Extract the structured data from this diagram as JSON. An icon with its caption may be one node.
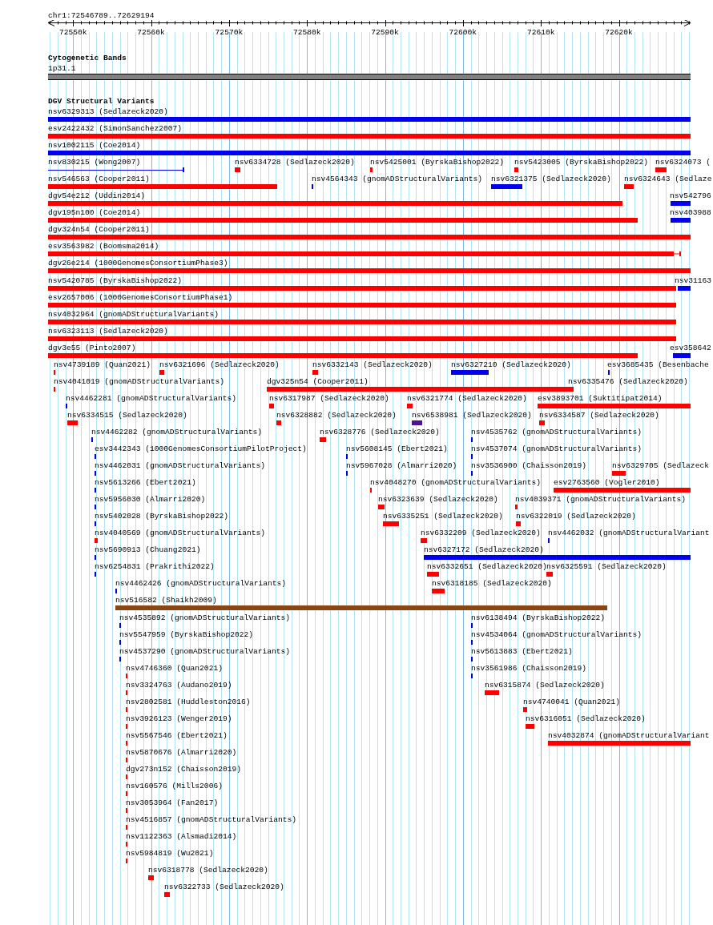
{
  "diagram": {
    "nodes": [
      {
        "text": [
          "1p31.1"
        ]
      },
      {
        "text": [
          "nsv6329313 (Sedlazeck2020)"
        ]
      },
      {
        "text": [
          "esv2422432 (SimonSanchez2007)"
        ]
      },
      {
        "text": [
          "nsv1002115 (Coe2014)"
        ]
      },
      {
        "text": [
          "nsv830215 (Wong2007)"
        ]
      },
      {
        "text": [
          "nsv6334728 (Sedlazeck2020)"
        ]
      },
      {
        "text": [
          "nsv5425001 (ByrskaBishop2022)"
        ]
      },
      {
        "text": [
          "nsv5423005 (ByrskaBishop2022)"
        ]
      },
      {
        "text": [
          "nsv6324073 ("
        ]
      },
      {
        "text": [
          "nsv546563 (Cooper2011)"
        ]
      },
      {
        "text": [
          "nsv4564343 (gnomADStructuralVariants)"
        ]
      },
      {
        "text": [
          "nsv6321375 (Sedlazeck2020)"
        ]
      },
      {
        "text": [
          "nsv6324643 (Sedlaze"
        ]
      },
      {
        "text": [
          "dgv54e212 (Uddin2014)"
        ]
      },
      {
        "text": [
          "nsv542796"
        ]
      },
      {
        "text": [
          "dgv195n100 (Coe2014)"
        ]
      },
      {
        "text": [
          "nsv403988"
        ]
      },
      {
        "text": [
          "dgv324n54 (Cooper2011)"
        ]
      },
      {
        "text": [
          "esv3563982 (Boomsma2014)"
        ]
      },
      {
        "text": [
          "dgv26e214 (1000GenomesConsortiumPhase3)"
        ]
      },
      {
        "text": [
          "nsv5420785 (ByrskaBishop2022)"
        ]
      },
      {
        "text": [
          "nsv31163"
        ]
      },
      {
        "text": [
          "esv2657006 (1000GenomesConsortiumPhase1)"
        ]
      },
      {
        "text": [
          "nsv4032964 (gnomADStructuralVariants)"
        ]
      },
      {
        "text": [
          "nsv6323113 (Sedlazeck2020)"
        ]
      },
      {
        "text": [
          "dgv3e55 (Pinto2007)"
        ]
      },
      {
        "text": [
          "esv358642"
        ]
      },
      {
        "text": [
          "nsv4739189 (Quan2021)"
        ]
      },
      {
        "text": [
          "nsv6321696 (Sedlazeck2020)"
        ]
      },
      {
        "text": [
          "nsv6332143 (Sedlazeck2020)"
        ]
      },
      {
        "text": [
          "nsv6327210 (Sedlazeck2020)"
        ]
      },
      {
        "text": [
          "esv3685435 (Besenbache"
        ]
      },
      {
        "text": [
          "nsv4041019 (gnomADStructuralVariants)"
        ]
      },
      {
        "text": [
          "dgv325n54 (Cooper2011)"
        ]
      },
      {
        "text": [
          "nsv6335476 (Sedlazeck2020)"
        ]
      },
      {
        "text": [
          "nsv4462281 (gnomADStructuralVariants)"
        ]
      },
      {
        "text": [
          "nsv6317987 (Sedlazeck2020)"
        ]
      },
      {
        "text": [
          "nsv6321774 (Sedlazeck2020)"
        ]
      },
      {
        "text": [
          "esv3893701 (Suktitipat2014)"
        ]
      },
      {
        "text": [
          "nsv6334515 (Sedlazeck2020)"
        ]
      },
      {
        "text": [
          "nsv6328882 (Sedlazeck2020)"
        ]
      },
      {
        "text": [
          "nsv6538981 (Sedlazeck2020)"
        ]
      },
      {
        "text": [
          "nsv6334587 (Sedlazeck2020)"
        ]
      },
      {
        "text": [
          "nsv4462282 (gnomADStructuralVariants)"
        ]
      },
      {
        "text": [
          "nsv6328776 (Sedlazeck2020)"
        ]
      },
      {
        "text": [
          "nsv4535762 (gnomADStructuralVariants)"
        ]
      },
      {
        "text": [
          "esv3442343 (1000GenomesConsortiumPilotProject)"
        ]
      },
      {
        "text": [
          "nsv5608145 (Ebert2021)"
        ]
      },
      {
        "text": [
          "nsv4537074 (gnomADStructuralVariants)"
        ]
      },
      {
        "text": [
          "nsv4462031 (gnomADStructuralVariants)"
        ]
      },
      {
        "text": [
          "nsv5967028 (Almarri2020)"
        ]
      },
      {
        "text": [
          "nsv3536900 (Chaisson2019)"
        ]
      },
      {
        "text": [
          "nsv6329705 (Sedlazeck"
        ]
      },
      {
        "text": [
          "nsv5613266 (Ebert2021)"
        ]
      },
      {
        "text": [
          "nsv4048270 (gnomADStructuralVariants)"
        ]
      },
      {
        "text": [
          "esv2763560 (Vogler2010)"
        ]
      },
      {
        "text": [
          "nsv5956030 (Almarri2020)"
        ]
      },
      {
        "text": [
          "nsv6323639 (Sedlazeck2020)"
        ]
      },
      {
        "text": [
          "nsv4039371 (gnomADStructuralVariants)"
        ]
      },
      {
        "text": [
          "nsv5402028 (ByrskaBishop2022)"
        ]
      },
      {
        "text": [
          "nsv6335251 (Sedlazeck2020)"
        ]
      },
      {
        "text": [
          "nsv6322019 (Sedlazeck2020)"
        ]
      },
      {
        "text": [
          "nsv4040569 (gnomADStructuralVariants)"
        ]
      },
      {
        "text": [
          "nsv6332209 (Sedlazeck2020)"
        ]
      },
      {
        "text": [
          "nsv4462032 (gnomADStructuralVariant"
        ]
      },
      {
        "text": [
          "nsv5690913 (Chuang2021)"
        ]
      },
      {
        "text": [
          "nsv6327172 (Sedlazeck2020)"
        ]
      },
      {
        "text": [
          "nsv6254831 (Prakrithi2022)"
        ]
      },
      {
        "text": [
          "nsv6332651 (Sedlazeck2020)"
        ]
      },
      {
        "text": [
          "nsv6325591 (Sedlazeck2020)"
        ]
      },
      {
        "text": [
          "nsv4462426 (gnomADStructuralVariants)"
        ]
      },
      {
        "text": [
          "nsv6318185 (Sedlazeck2020)"
        ]
      },
      {
        "text": [
          "nsv516582 (Shaikh2009)"
        ]
      },
      {
        "text": [
          "nsv4535892 (gnomADStructuralVariants)"
        ]
      },
      {
        "text": [
          "nsv6138494 (ByrskaBishop2022)"
        ]
      },
      {
        "text": [
          "nsv5547959 (ByrskaBishop2022)"
        ]
      },
      {
        "text": [
          "nsv4534064 (gnomADStructuralVariants)"
        ]
      },
      {
        "text": [
          "nsv4537290 (gnomADStructuralVariants)"
        ]
      },
      {
        "text": [
          "nsv5613883 (Ebert2021)"
        ]
      },
      {
        "text": [
          "nsv4746360 (Quan2021)"
        ]
      },
      {
        "text": [
          "nsv3561986 (Chaisson2019)"
        ]
      },
      {
        "text": [
          "nsv3324763 (Audano2019)"
        ]
      },
      {
        "text": [
          "nsv6315874 (Sedlazeck2020)"
        ]
      },
      {
        "text": [
          "nsv2802581 (Huddleston2016)"
        ]
      },
      {
        "text": [
          "nsv4740041 (Quan2021)"
        ]
      },
      {
        "text": [
          "nsv3926123 (Wenger2019)"
        ]
      },
      {
        "text": [
          "nsv6316051 (Sedlazeck2020)"
        ]
      },
      {
        "text": [
          "nsv5567546 (Ebert2021)"
        ]
      },
      {
        "text": [
          "nsv4032874 (gnomADStructuralVariant"
        ]
      },
      {
        "text": [
          "nsv5870676 (Almarri2020)"
        ]
      },
      {
        "text": [
          "dgv273n152 (Chaisson2019)"
        ]
      },
      {
        "text": [
          "nsv160576 (Mills2006)"
        ]
      },
      {
        "text": [
          "nsv3053964 (Fan2017)"
        ]
      },
      {
        "text": [
          "nsv4516857 (gnomADStructuralVariants)"
        ]
      },
      {
        "text": [
          "nsv1122363 (Alsmadi2014)"
        ]
      },
      {
        "text": [
          "nsv5984819 (Wu2021)"
        ]
      },
      {
        "text": [
          "nsv6318778 (Sedlazeck2020)"
        ]
      },
      {
        "text": [
          "nsv6322733 (Sedlazeck2020)"
        ]
      }
    ],
    "labels": [
      "chr1:72546789..72629194",
      "72550k",
      "72560k",
      "72570k",
      "72580k",
      "72590k",
      "72600k",
      "72610k",
      "72620k",
      "Cytogenetic Bands",
      "DGV Structural Variants"
    ]
  }
}
